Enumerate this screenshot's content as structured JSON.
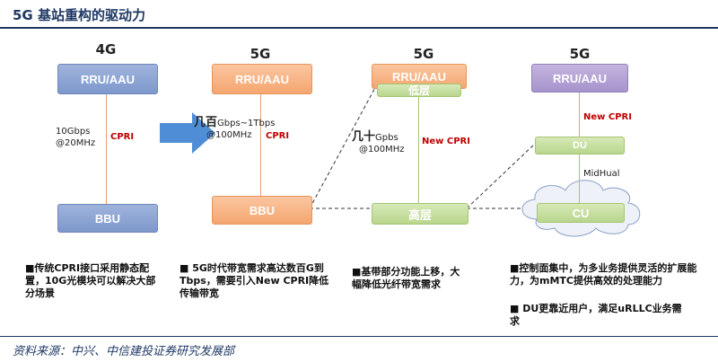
{
  "title": "5G 基站重构的驱动力",
  "footer": "资料来源：中兴、中信建投证券研究发展部",
  "columns": [
    {
      "head": "4G",
      "top": "RRU/AAU",
      "bottom": "BBU",
      "rate_line1": "10Gbps",
      "rate_line2": "@20MHz",
      "link": "CPRI"
    },
    {
      "head": "5G",
      "top": "RRU/AAU",
      "bottom": "BBU",
      "rate_big": "几百",
      "rate_line1": "Gbps~1Tbps",
      "rate_line2": "@100MHz",
      "link": "CPRI"
    },
    {
      "head": "5G",
      "top": "RRU/AAU",
      "low_layer": "低层",
      "bottom": "高层",
      "rate_big": "几十",
      "rate_line1": "Gpbs",
      "rate_line2": "@100MHz",
      "link": "New CPRI"
    },
    {
      "head": "5G",
      "top": "RRU/AAU",
      "du": "DU",
      "cu": "CU",
      "link": "New CPRI",
      "midhaul": "MidHual"
    }
  ],
  "notes": [
    "■传统CPRI接口采用静态配置，10G光模块可以解决大部分场景",
    "■ 5G时代带宽需求高达数百G到Tbps，需要引入New CPRI降低传输带宽",
    "■基带部分功能上移，大幅降低光纤带宽需求",
    "■控制面集中，为多业务提供灵活的扩展能力，为mMTC提供高效的处理能力",
    "■ DU更靠近用户，满足uRLLC业务需求"
  ],
  "colors": {
    "blue": "#7e98cc",
    "orange": "#f4a670",
    "green": "#b8d68c",
    "purple": "#a693cc",
    "red": "#c00000",
    "navy": "#1f3864"
  }
}
